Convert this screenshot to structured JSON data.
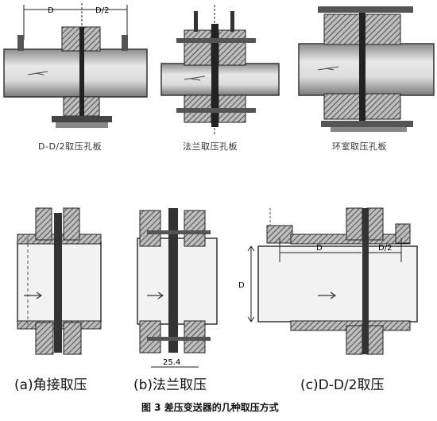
{
  "panels_top": [
    {
      "label": "D-D/2取压孔板"
    },
    {
      "label": "法兰取压孔板"
    },
    {
      "label": "环室取压孔板"
    }
  ],
  "panels_bottom": [
    {
      "label": "(a)角接取压"
    },
    {
      "label": "(b)法兰取压"
    },
    {
      "label": "(c)D-D/2取压"
    }
  ],
  "dims": {
    "top_left_d": "D",
    "top_left_d2": "D/2",
    "c_d": "D",
    "c_d2": "D/2",
    "c_vertical_d": "D",
    "b_small": "25.4"
  },
  "caption": "图 3   差压变送器的几种取压方式"
}
